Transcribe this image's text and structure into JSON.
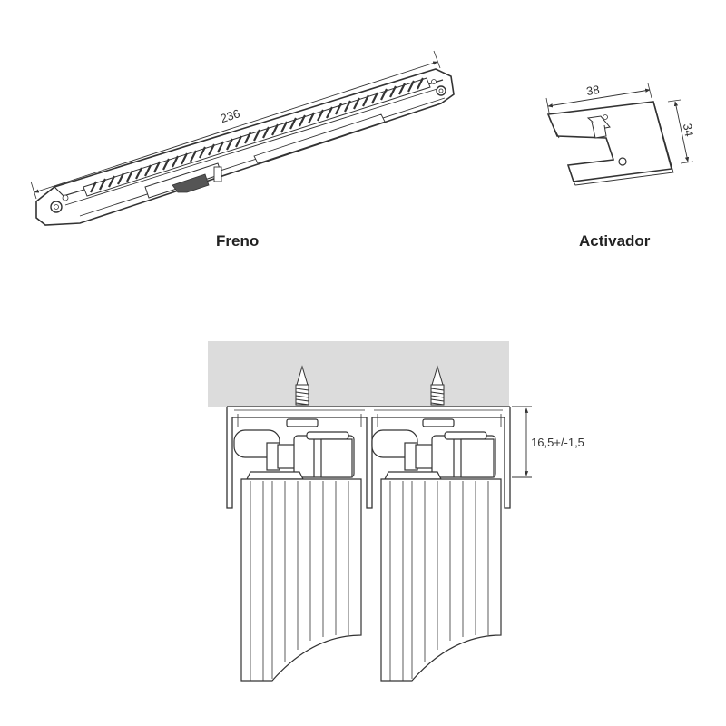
{
  "labels": {
    "freno": "Freno",
    "activador": "Activador"
  },
  "dimensions": {
    "freno_length": "236",
    "activador_width": "38",
    "activador_height": "34",
    "mount_gap": "16,5+/-1,5"
  },
  "colors": {
    "line": "#333333",
    "ceiling": "#dcdcdc",
    "panel": "#ffffff",
    "caption": "#222222"
  }
}
